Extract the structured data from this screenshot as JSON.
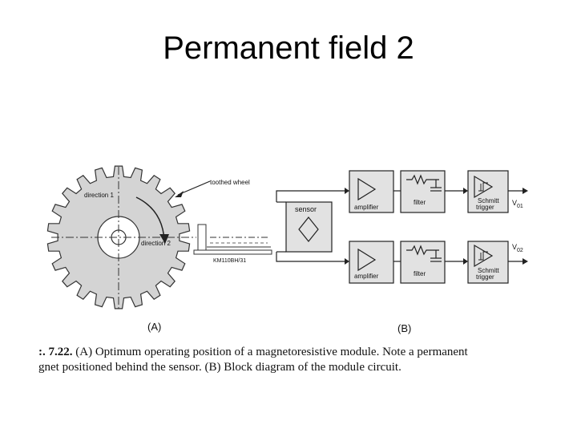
{
  "slide": {
    "title": "Permanent field 2"
  },
  "panel_a": {
    "label": "(A)",
    "toothed_wheel_label": "toothed wheel",
    "direction1": "direction 1",
    "direction2": "direction 2",
    "module_label": "KM110BH/31"
  },
  "panel_b": {
    "label": "(B)",
    "sensor": "sensor",
    "amplifier": "amplifier",
    "filter": "filter",
    "schmitt_line1": "Schmitt",
    "schmitt_line2": "trigger",
    "out1": "V",
    "out1_sub": "01",
    "out2": "V",
    "out2_sub": "02"
  },
  "caption": {
    "fig_number": ":. 7.22.",
    "line1_rest": " (A) Optimum operating position of a magnetoresistive module. Note a permanent",
    "line2": "gnet positioned behind the sensor. (B) Block diagram of the module circuit."
  },
  "colors": {
    "gear_fill": "#d4d4d4",
    "block_fill": "#e2e2e2",
    "ink": "#1a1a1a"
  }
}
